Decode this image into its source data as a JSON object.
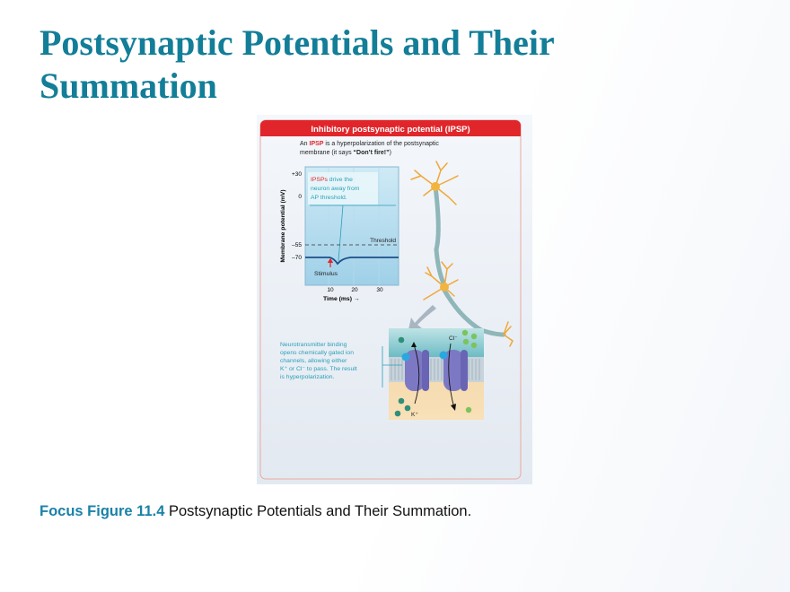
{
  "slide": {
    "title": "Postsynaptic Potentials and Their Summation"
  },
  "figure": {
    "header": "Inhibitory postsynaptic potential (IPSP)",
    "subtitle_prefix": "An ",
    "subtitle_highlight": "IPSP",
    "subtitle_line1_rest": " is a hyperpolarization of the postsynaptic",
    "subtitle_line2": "membrane (it says ",
    "subtitle_bold": "“Don’t fire!”",
    "subtitle_end": ")",
    "graph": {
      "ylabel": "Membrane potential (mV)",
      "yticks": [
        "+30",
        "0",
        "–55",
        "–70"
      ],
      "xticks": [
        "10",
        "20",
        "30"
      ],
      "xlabel": "Time (ms) →",
      "threshold_label": "Threshold",
      "stimulus_label": "Stimulus",
      "note_highlight": "IPSPs",
      "note_line1_rest": " drive the",
      "note_line2": "neuron away from",
      "note_line3": "AP threshold."
    },
    "callout": [
      "Neurotransmitter binding",
      "opens chemically gated ion",
      "channels, allowing either",
      "K⁺ or Cl⁻ to pass. The result",
      "is hyperpolarization."
    ],
    "ion_cl": "Cl⁻",
    "ion_k": "K⁺",
    "colors": {
      "header_red": "#e0262b",
      "teal": "#2a9fb8",
      "title": "#137e98"
    }
  },
  "caption": {
    "label": "Focus Figure 11.4",
    "text": " Postsynaptic Potentials and Their Summation."
  }
}
